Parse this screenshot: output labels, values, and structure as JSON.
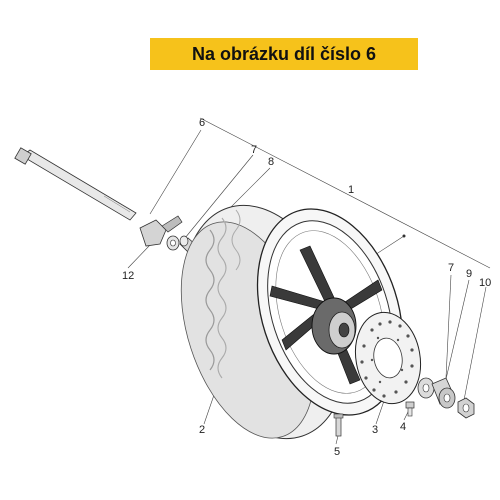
{
  "banner": {
    "text": "Na obrázku díl číslo 6",
    "color": "#f6c21b"
  },
  "callouts": {
    "c1": "1",
    "c2": "2",
    "c3": "3",
    "c4": "4",
    "c5": "5",
    "c6": "6",
    "c7a": "7",
    "c7b": "7",
    "c8": "8",
    "c9": "9",
    "c10": "10",
    "c12": "12"
  },
  "icons": [
    "axle-shaft",
    "wheel",
    "tire",
    "brake-disc",
    "spacer",
    "bushing",
    "nut",
    "valve",
    "bolt"
  ]
}
